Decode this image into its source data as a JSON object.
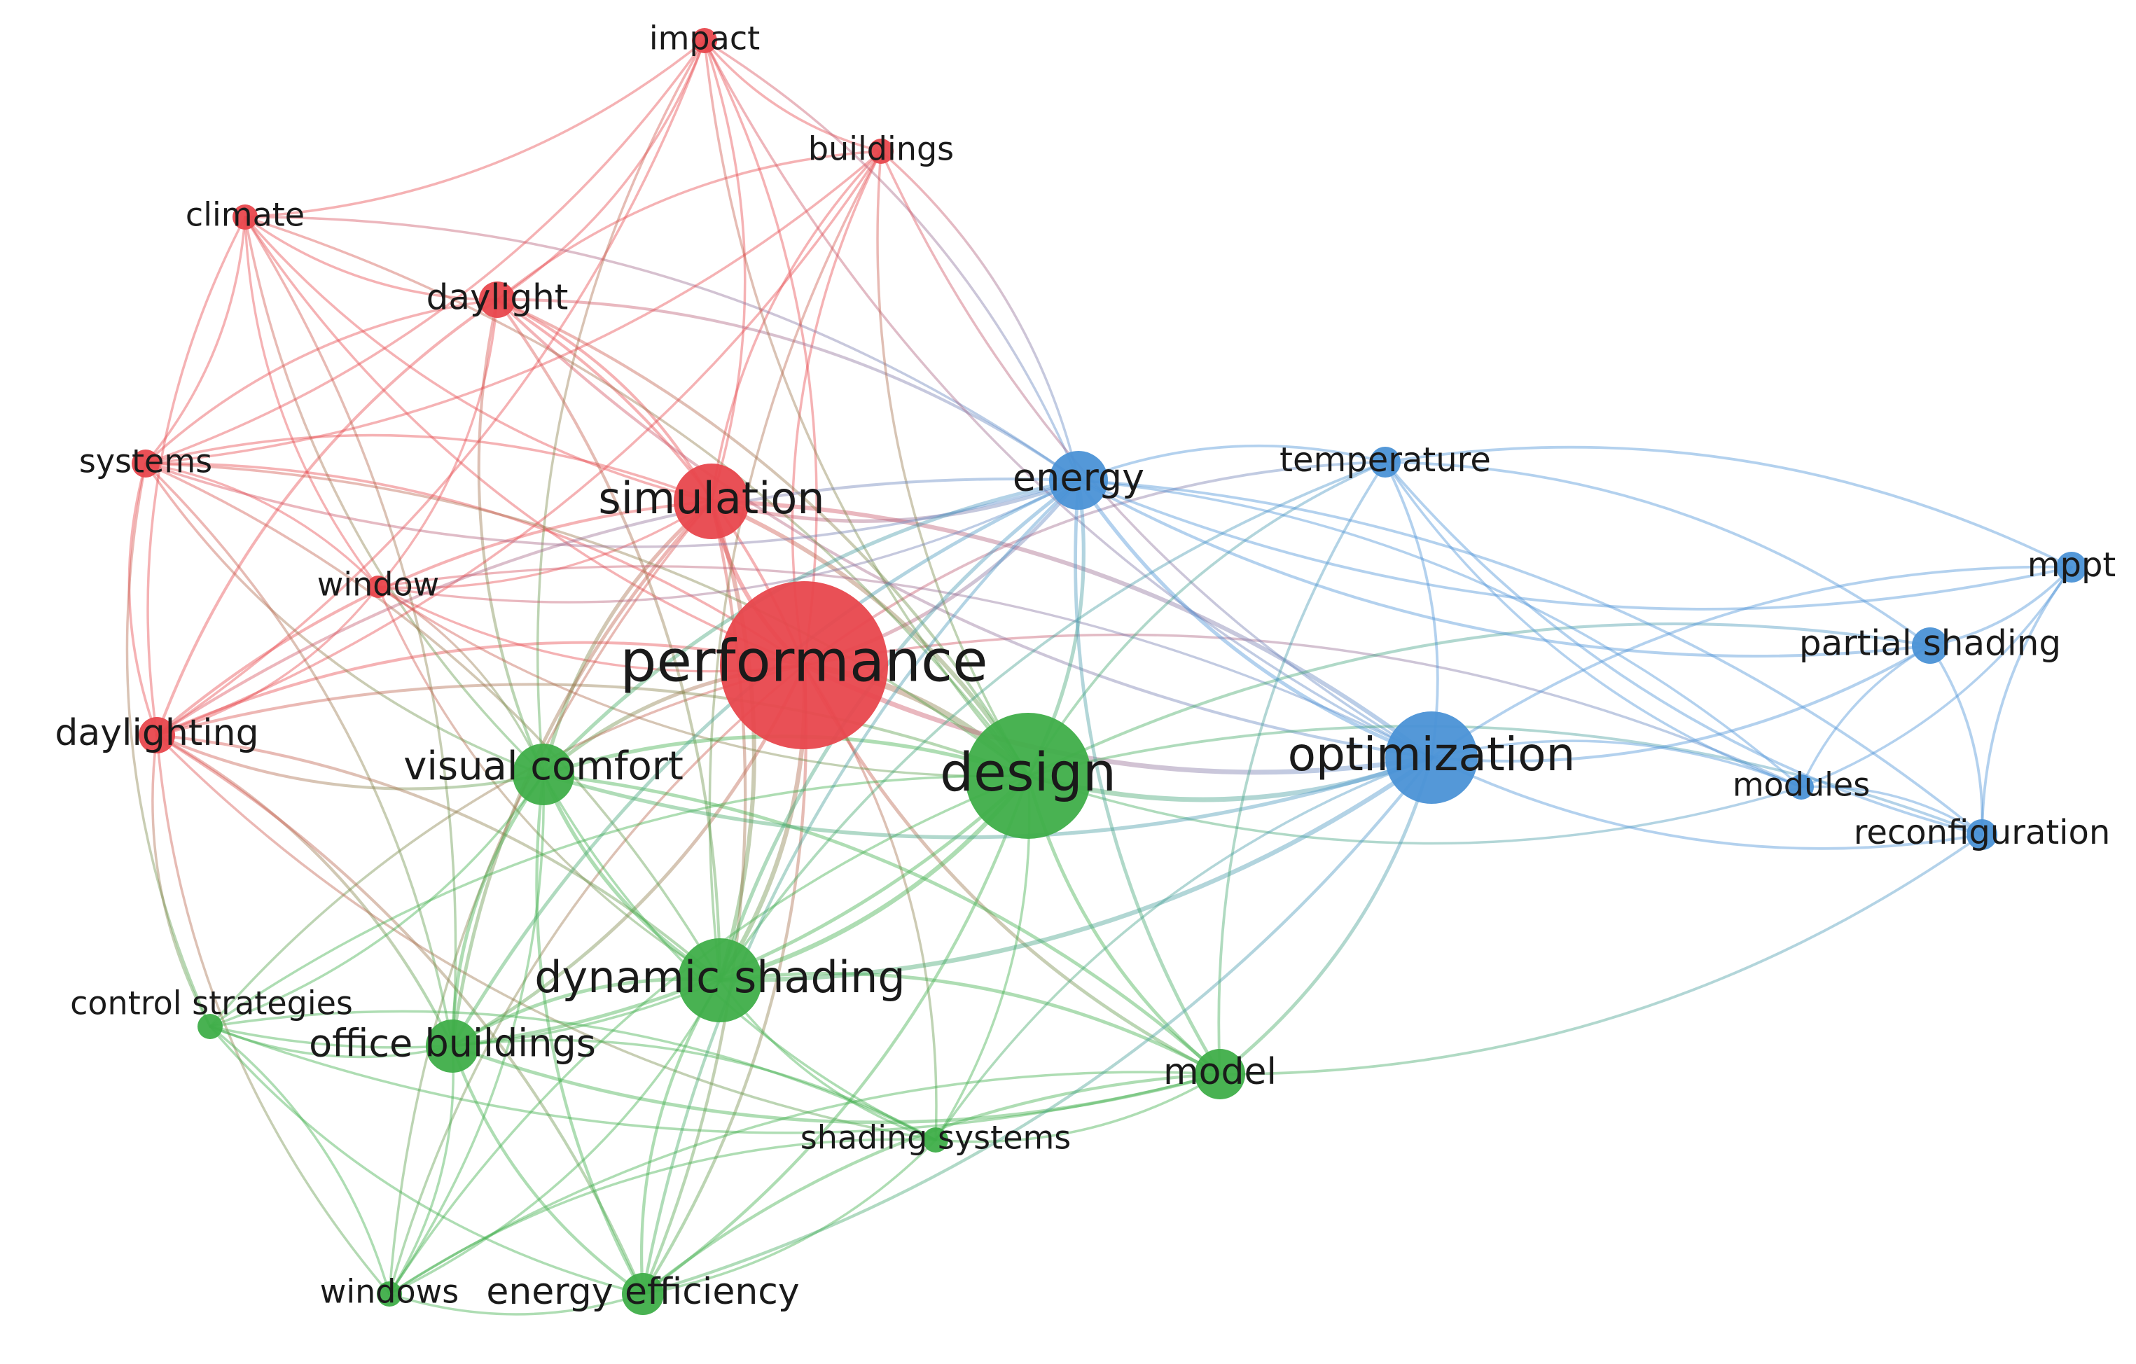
{
  "clusters": [
    {
      "id": 1,
      "color": "#e8474d"
    },
    {
      "id": 2,
      "color": "#3fae49"
    },
    {
      "id": 3,
      "color": "#4b92d6"
    }
  ],
  "nodes": [
    {
      "id": "performance",
      "label": "performance",
      "cluster": 1
    },
    {
      "id": "simulation",
      "label": "simulation",
      "cluster": 1
    },
    {
      "id": "daylight",
      "label": "daylight",
      "cluster": 1
    },
    {
      "id": "climate",
      "label": "climate",
      "cluster": 1
    },
    {
      "id": "impact",
      "label": "impact",
      "cluster": 1
    },
    {
      "id": "buildings",
      "label": "buildings",
      "cluster": 1
    },
    {
      "id": "systems",
      "label": "systems",
      "cluster": 1
    },
    {
      "id": "window",
      "label": "window",
      "cluster": 1
    },
    {
      "id": "daylighting",
      "label": "daylighting",
      "cluster": 1
    },
    {
      "id": "design",
      "label": "design",
      "cluster": 2
    },
    {
      "id": "visual-comfort",
      "label": "visual comfort",
      "cluster": 2
    },
    {
      "id": "dynamic-shading",
      "label": "dynamic shading",
      "cluster": 2
    },
    {
      "id": "control-strategies",
      "label": "control strategies",
      "cluster": 2
    },
    {
      "id": "office-buildings",
      "label": "office buildings",
      "cluster": 2
    },
    {
      "id": "model",
      "label": "model",
      "cluster": 2
    },
    {
      "id": "shading-systems",
      "label": "shading systems",
      "cluster": 2
    },
    {
      "id": "windows",
      "label": "windows",
      "cluster": 2
    },
    {
      "id": "energy-efficiency",
      "label": "energy efficiency",
      "cluster": 2
    },
    {
      "id": "energy",
      "label": "energy",
      "cluster": 3
    },
    {
      "id": "temperature",
      "label": "temperature",
      "cluster": 3
    },
    {
      "id": "optimization",
      "label": "optimization",
      "cluster": 3
    },
    {
      "id": "mppt",
      "label": "mppt",
      "cluster": 3
    },
    {
      "id": "partial-shading",
      "label": "partial shading",
      "cluster": 3
    },
    {
      "id": "modules",
      "label": "modules",
      "cluster": 3
    },
    {
      "id": "reconfiguration",
      "label": "reconfiguration",
      "cluster": 3
    }
  ],
  "edges": [
    [
      "performance",
      "simulation"
    ],
    [
      "performance",
      "daylight"
    ],
    [
      "performance",
      "climate"
    ],
    [
      "performance",
      "impact"
    ],
    [
      "performance",
      "buildings"
    ],
    [
      "performance",
      "systems"
    ],
    [
      "performance",
      "window"
    ],
    [
      "performance",
      "daylighting"
    ],
    [
      "performance",
      "design"
    ],
    [
      "performance",
      "visual-comfort"
    ],
    [
      "performance",
      "dynamic-shading"
    ],
    [
      "performance",
      "control-strategies"
    ],
    [
      "performance",
      "office-buildings"
    ],
    [
      "performance",
      "model"
    ],
    [
      "performance",
      "shading-systems"
    ],
    [
      "performance",
      "windows"
    ],
    [
      "performance",
      "energy-efficiency"
    ],
    [
      "performance",
      "energy"
    ],
    [
      "performance",
      "temperature"
    ],
    [
      "performance",
      "optimization"
    ],
    [
      "performance",
      "modules"
    ],
    [
      "simulation",
      "daylight"
    ],
    [
      "simulation",
      "climate"
    ],
    [
      "simulation",
      "impact"
    ],
    [
      "simulation",
      "buildings"
    ],
    [
      "simulation",
      "systems"
    ],
    [
      "simulation",
      "window"
    ],
    [
      "simulation",
      "daylighting"
    ],
    [
      "simulation",
      "design"
    ],
    [
      "simulation",
      "visual-comfort"
    ],
    [
      "simulation",
      "dynamic-shading"
    ],
    [
      "simulation",
      "energy"
    ],
    [
      "simulation",
      "optimization"
    ],
    [
      "simulation",
      "office-buildings"
    ],
    [
      "simulation",
      "energy-efficiency"
    ],
    [
      "simulation",
      "windows"
    ],
    [
      "daylight",
      "climate"
    ],
    [
      "daylight",
      "impact"
    ],
    [
      "daylight",
      "buildings"
    ],
    [
      "daylight",
      "systems"
    ],
    [
      "daylight",
      "window"
    ],
    [
      "daylight",
      "daylighting"
    ],
    [
      "daylight",
      "design"
    ],
    [
      "daylight",
      "visual-comfort"
    ],
    [
      "daylight",
      "energy"
    ],
    [
      "daylight",
      "optimization"
    ],
    [
      "daylight",
      "dynamic-shading"
    ],
    [
      "climate",
      "impact"
    ],
    [
      "climate",
      "systems"
    ],
    [
      "climate",
      "daylighting"
    ],
    [
      "climate",
      "design"
    ],
    [
      "climate",
      "window"
    ],
    [
      "climate",
      "energy"
    ],
    [
      "climate",
      "visual-comfort"
    ],
    [
      "climate",
      "office-buildings"
    ],
    [
      "impact",
      "buildings"
    ],
    [
      "impact",
      "systems"
    ],
    [
      "impact",
      "design"
    ],
    [
      "impact",
      "energy"
    ],
    [
      "impact",
      "optimization"
    ],
    [
      "impact",
      "daylighting"
    ],
    [
      "impact",
      "visual-comfort"
    ],
    [
      "buildings",
      "systems"
    ],
    [
      "buildings",
      "design"
    ],
    [
      "buildings",
      "energy"
    ],
    [
      "buildings",
      "optimization"
    ],
    [
      "buildings",
      "daylighting"
    ],
    [
      "buildings",
      "dynamic-shading"
    ],
    [
      "systems",
      "window"
    ],
    [
      "systems",
      "daylighting"
    ],
    [
      "systems",
      "design"
    ],
    [
      "systems",
      "visual-comfort"
    ],
    [
      "systems",
      "dynamic-shading"
    ],
    [
      "systems",
      "energy"
    ],
    [
      "systems",
      "office-buildings"
    ],
    [
      "systems",
      "control-strategies"
    ],
    [
      "window",
      "daylighting"
    ],
    [
      "window",
      "design"
    ],
    [
      "window",
      "visual-comfort"
    ],
    [
      "window",
      "energy"
    ],
    [
      "window",
      "optimization"
    ],
    [
      "window",
      "dynamic-shading"
    ],
    [
      "daylighting",
      "design"
    ],
    [
      "daylighting",
      "visual-comfort"
    ],
    [
      "daylighting",
      "dynamic-shading"
    ],
    [
      "daylighting",
      "control-strategies"
    ],
    [
      "daylighting",
      "office-buildings"
    ],
    [
      "daylighting",
      "windows"
    ],
    [
      "daylighting",
      "energy-efficiency"
    ],
    [
      "daylighting",
      "shading-systems"
    ],
    [
      "daylighting",
      "energy"
    ],
    [
      "design",
      "visual-comfort"
    ],
    [
      "design",
      "dynamic-shading"
    ],
    [
      "design",
      "control-strategies"
    ],
    [
      "design",
      "office-buildings"
    ],
    [
      "design",
      "model"
    ],
    [
      "design",
      "shading-systems"
    ],
    [
      "design",
      "windows"
    ],
    [
      "design",
      "energy-efficiency"
    ],
    [
      "design",
      "energy"
    ],
    [
      "design",
      "temperature"
    ],
    [
      "design",
      "optimization"
    ],
    [
      "design",
      "partial-shading"
    ],
    [
      "design",
      "modules"
    ],
    [
      "design",
      "reconfiguration"
    ],
    [
      "visual-comfort",
      "dynamic-shading"
    ],
    [
      "visual-comfort",
      "control-strategies"
    ],
    [
      "visual-comfort",
      "office-buildings"
    ],
    [
      "visual-comfort",
      "model"
    ],
    [
      "visual-comfort",
      "shading-systems"
    ],
    [
      "visual-comfort",
      "windows"
    ],
    [
      "visual-comfort",
      "energy-efficiency"
    ],
    [
      "visual-comfort",
      "energy"
    ],
    [
      "visual-comfort",
      "optimization"
    ],
    [
      "dynamic-shading",
      "control-strategies"
    ],
    [
      "dynamic-shading",
      "office-buildings"
    ],
    [
      "dynamic-shading",
      "model"
    ],
    [
      "dynamic-shading",
      "shading-systems"
    ],
    [
      "dynamic-shading",
      "windows"
    ],
    [
      "dynamic-shading",
      "energy-efficiency"
    ],
    [
      "dynamic-shading",
      "energy"
    ],
    [
      "dynamic-shading",
      "optimization"
    ],
    [
      "dynamic-shading",
      "temperature"
    ],
    [
      "control-strategies",
      "office-buildings"
    ],
    [
      "control-strategies",
      "windows"
    ],
    [
      "control-strategies",
      "energy-efficiency"
    ],
    [
      "control-strategies",
      "shading-systems"
    ],
    [
      "control-strategies",
      "model"
    ],
    [
      "office-buildings",
      "windows"
    ],
    [
      "office-buildings",
      "energy-efficiency"
    ],
    [
      "office-buildings",
      "shading-systems"
    ],
    [
      "office-buildings",
      "model"
    ],
    [
      "office-buildings",
      "energy"
    ],
    [
      "model",
      "energy-efficiency"
    ],
    [
      "model",
      "shading-systems"
    ],
    [
      "model",
      "windows"
    ],
    [
      "model",
      "energy"
    ],
    [
      "model",
      "optimization"
    ],
    [
      "model",
      "temperature"
    ],
    [
      "model",
      "reconfiguration"
    ],
    [
      "shading-systems",
      "energy-efficiency"
    ],
    [
      "shading-systems",
      "windows"
    ],
    [
      "shading-systems",
      "optimization"
    ],
    [
      "windows",
      "energy-efficiency"
    ],
    [
      "energy-efficiency",
      "energy"
    ],
    [
      "energy-efficiency",
      "optimization"
    ],
    [
      "energy",
      "temperature"
    ],
    [
      "energy",
      "optimization"
    ],
    [
      "energy",
      "modules"
    ],
    [
      "energy",
      "partial-shading"
    ],
    [
      "energy",
      "reconfiguration"
    ],
    [
      "energy",
      "mppt"
    ],
    [
      "temperature",
      "optimization"
    ],
    [
      "temperature",
      "modules"
    ],
    [
      "temperature",
      "partial-shading"
    ],
    [
      "temperature",
      "reconfiguration"
    ],
    [
      "temperature",
      "mppt"
    ],
    [
      "optimization",
      "partial-shading"
    ],
    [
      "optimization",
      "modules"
    ],
    [
      "optimization",
      "reconfiguration"
    ],
    [
      "optimization",
      "mppt"
    ],
    [
      "partial-shading",
      "modules"
    ],
    [
      "partial-shading",
      "reconfiguration"
    ],
    [
      "partial-shading",
      "mppt"
    ],
    [
      "modules",
      "reconfiguration"
    ],
    [
      "modules",
      "mppt"
    ],
    [
      "reconfiguration",
      "mppt"
    ]
  ]
}
